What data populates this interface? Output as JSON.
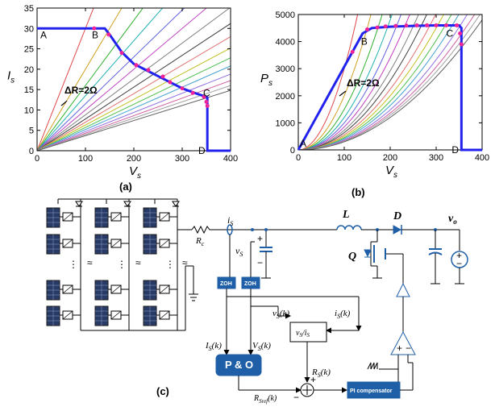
{
  "chart_data": [
    {
      "type": "line",
      "panel": "(a)",
      "xlabel": "V",
      "xlabel_sub": "s",
      "ylabel": "I",
      "ylabel_sub": "s",
      "xlim": [
        0,
        400
      ],
      "ylim": [
        0,
        35
      ],
      "xticks": [
        "0",
        "100",
        "200",
        "300",
        "400"
      ],
      "yticks": [
        "0",
        "5",
        "10",
        "15",
        "20",
        "25",
        "30",
        "35"
      ],
      "annotation": "ΔR=2Ω",
      "point_labels": [
        {
          "text": "A",
          "x": 0,
          "y": 30
        },
        {
          "text": "B",
          "x": 140,
          "y": 30
        },
        {
          "text": "C",
          "x": 350,
          "y": 13
        },
        {
          "text": "D",
          "x": 350,
          "y": 0
        }
      ],
      "resistance_line_slopes": [
        0.3,
        0.2,
        0.16,
        0.135,
        0.115,
        0.1,
        0.088,
        0.078,
        0.07,
        0.063,
        0.057,
        0.052,
        0.047,
        0.043,
        0.04,
        0.037
      ],
      "series": [
        {
          "color": "#2222ee",
          "x": [
            0,
            140,
            150,
            175,
            200,
            225,
            250,
            275,
            300,
            325,
            350,
            352,
            352,
            400
          ],
          "y": [
            30,
            30,
            28.5,
            24.2,
            21.3,
            19.8,
            18.3,
            16.8,
            15.3,
            14.2,
            13.2,
            13,
            0,
            0
          ]
        }
      ],
      "markers": {
        "x": [
          118,
          148,
          175,
          205,
          230,
          260,
          275,
          300,
          322,
          345,
          350,
          352
        ],
        "y": [
          30,
          28.5,
          24,
          21,
          19.8,
          18.2,
          16.8,
          15.3,
          14.2,
          13.2,
          12,
          11
        ]
      }
    },
    {
      "type": "line",
      "panel": "(b)",
      "xlabel": "V",
      "xlabel_sub": "s",
      "ylabel": "P",
      "ylabel_sub": "s",
      "xlim": [
        0,
        400
      ],
      "ylim": [
        0,
        5000
      ],
      "xticks": [
        "0",
        "100",
        "200",
        "300",
        "400"
      ],
      "yticks": [
        "0",
        "1000",
        "2000",
        "3000",
        "4000",
        "5000"
      ],
      "annotation": "ΔR=2Ω",
      "point_labels": [
        {
          "text": "A",
          "x": 0,
          "y": 0
        },
        {
          "text": "B",
          "x": 140,
          "y": 4300
        },
        {
          "text": "C",
          "x": 350,
          "y": 4600
        },
        {
          "text": "D",
          "x": 355,
          "y": 0
        }
      ],
      "power_curve_coefficients": [
        0.3,
        0.2,
        0.15,
        0.12,
        0.1,
        0.085,
        0.073,
        0.064,
        0.056,
        0.05,
        0.045,
        0.041,
        0.037,
        0.034,
        0.032,
        0.03
      ],
      "series": [
        {
          "color": "#2222ee",
          "x": [
            0,
            140,
            160,
            200,
            250,
            300,
            350,
            355,
            355,
            400
          ],
          "y": [
            0,
            4300,
            4500,
            4550,
            4580,
            4600,
            4600,
            4500,
            0,
            0
          ]
        }
      ],
      "markers": {
        "x": [
          118,
          150,
          172,
          190,
          212,
          235,
          258,
          280,
          300,
          322,
          345,
          352,
          355
        ],
        "y": [
          3620,
          4450,
          4520,
          4560,
          4580,
          4590,
          4600,
          4600,
          4600,
          4600,
          4600,
          4300,
          3900
        ]
      }
    }
  ],
  "labels": {
    "panel_a": "(a)",
    "panel_b": "(b)",
    "panel_c": "(c)"
  },
  "circuit": {
    "rc": "R",
    "rc_sub": "c",
    "is": "i",
    "is_sub": "S",
    "vs": "v",
    "vs_sub": "S",
    "inductor": "L",
    "diode": "D",
    "switch": "Q",
    "vo": "v",
    "vo_sub": "o",
    "zoh1": "ZOH",
    "zoh2": "ZOH",
    "vs_k": "v",
    "vs_k_sub": "S",
    "vs_k_arg": "(k)",
    "is_k": "i",
    "is_k_sub": "S",
    "is_k_arg": "(k)",
    "ratio_block": "v",
    "ratio_block_sub1": "S",
    "ratio_block_mid": "/i",
    "ratio_block_sub2": "S",
    "is_in": "I",
    "is_in_sub": "S",
    "is_in_arg": "(k)",
    "vs_in": "V",
    "vs_in_sub": "S",
    "vs_in_arg": "(k)",
    "po_block": "P & O",
    "rs_k": "R",
    "rs_k_sub": "S",
    "rs_k_arg": "(k)",
    "rsref": "R",
    "rsref_sub": "Sref",
    "rsref_arg": "(k)",
    "plus": "+",
    "minus": "−",
    "pi_block": "PI compensator"
  },
  "colors": {
    "curve": "#2222ee",
    "marker": "#ee2299",
    "block": "#1f5fa8",
    "wire": "#000000"
  }
}
